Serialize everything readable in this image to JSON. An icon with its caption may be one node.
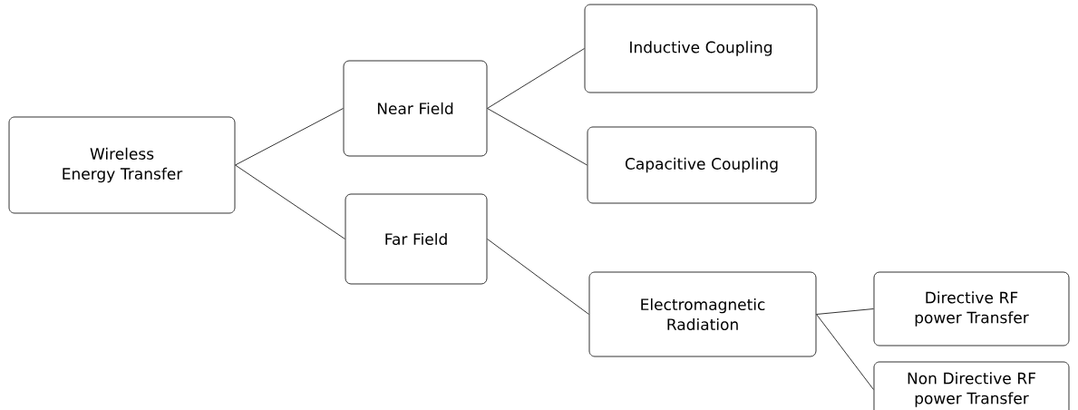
{
  "diagram": {
    "nodes": [
      {
        "text": [
          "Wireless Energy Transfer"
        ]
      },
      {
        "text": [
          "Near Field"
        ]
      },
      {
        "text": [
          "Far Field"
        ]
      },
      {
        "text": [
          "Inductive Coupling"
        ]
      },
      {
        "text": [
          "Capacitive Coupling"
        ]
      },
      {
        "text": [
          "Electromagnetic Radiation"
        ]
      },
      {
        "text": [
          "Directive RF power Transfer"
        ]
      },
      {
        "text": [
          "Non Directive RF power Transfer"
        ]
      }
    ],
    "edges": [
      {
        "from": 0,
        "to": 1,
        "arrow": "none"
      },
      {
        "from": 0,
        "to": 2,
        "arrow": "none"
      },
      {
        "from": 1,
        "to": 3,
        "arrow": "none"
      },
      {
        "from": 1,
        "to": 4,
        "arrow": "none"
      },
      {
        "from": 2,
        "to": 5,
        "arrow": "none"
      },
      {
        "from": 5,
        "to": 6,
        "arrow": "none"
      },
      {
        "from": 5,
        "to": 7,
        "arrow": "none"
      }
    ]
  }
}
